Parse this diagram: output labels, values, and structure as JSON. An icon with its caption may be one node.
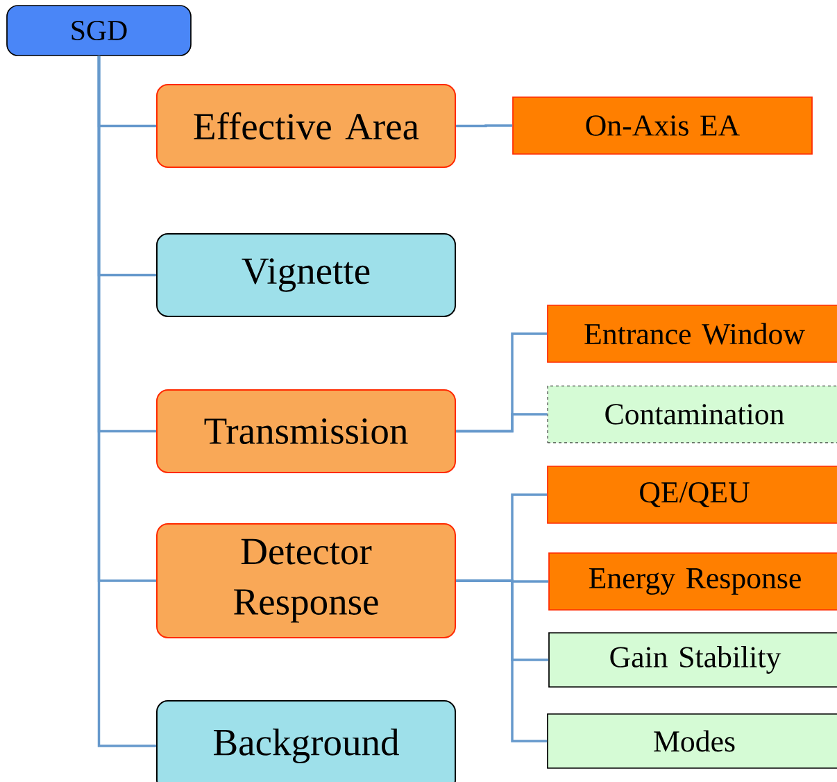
{
  "diagram": {
    "nodes": [
      {
        "text": [
          "SGD"
        ]
      },
      {
        "text": [
          "Effective Area"
        ]
      },
      {
        "text": [
          "On-Axis EA"
        ]
      },
      {
        "text": [
          "Vignette"
        ]
      },
      {
        "text": [
          "Transmission"
        ]
      },
      {
        "text": [
          "Entrance Window"
        ]
      },
      {
        "text": [
          "Contamination"
        ]
      },
      {
        "text": [
          "Detector Response"
        ]
      },
      {
        "text": [
          "QE/QEU"
        ]
      },
      {
        "text": [
          "Energy Response"
        ]
      },
      {
        "text": [
          "Gain Stability"
        ]
      },
      {
        "text": [
          "Modes"
        ]
      },
      {
        "text": [
          "Background"
        ]
      }
    ],
    "edges": [
      {
        "from": 0,
        "to": 1,
        "arrow": "none"
      },
      {
        "from": 0,
        "to": 3,
        "arrow": "none"
      },
      {
        "from": 0,
        "to": 4,
        "arrow": "none"
      },
      {
        "from": 0,
        "to": 7,
        "arrow": "none"
      },
      {
        "from": 0,
        "to": 12,
        "arrow": "none"
      },
      {
        "from": 1,
        "to": 2,
        "arrow": "none"
      },
      {
        "from": 4,
        "to": 5,
        "arrow": "none"
      },
      {
        "from": 4,
        "to": 6,
        "arrow": "none"
      },
      {
        "from": 7,
        "to": 8,
        "arrow": "none"
      },
      {
        "from": 7,
        "to": 9,
        "arrow": "none"
      },
      {
        "from": 7,
        "to": 10,
        "arrow": "none"
      },
      {
        "from": 7,
        "to": 11,
        "arrow": "none"
      }
    ]
  }
}
